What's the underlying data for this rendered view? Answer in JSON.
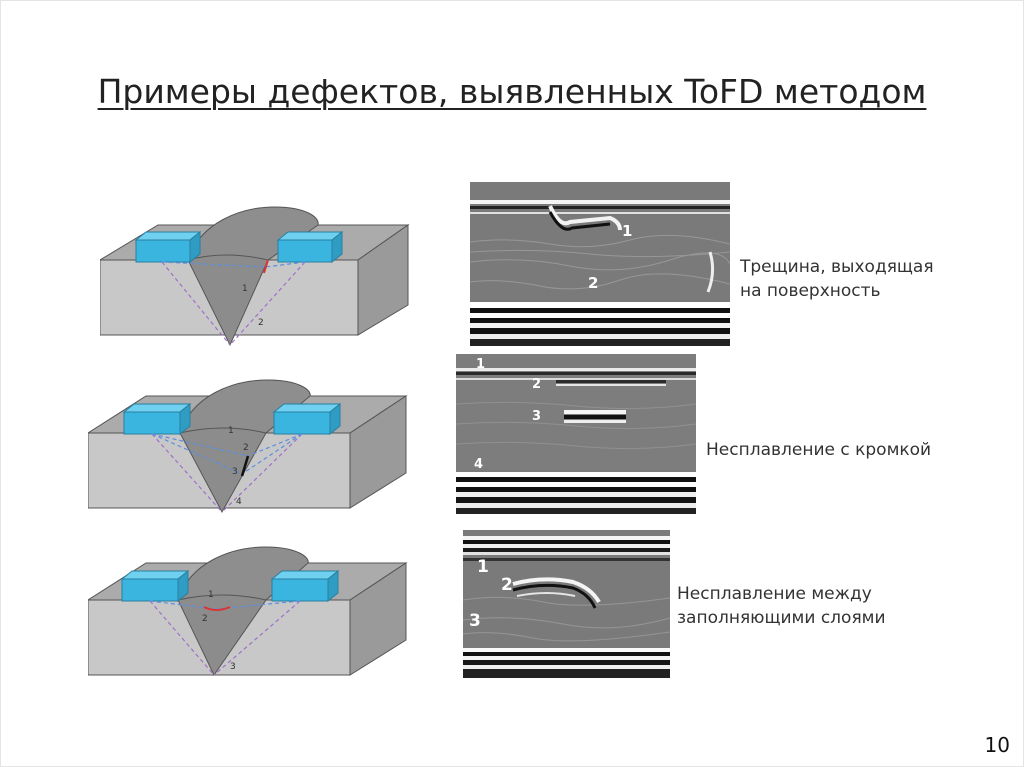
{
  "slide": {
    "title": "Примеры дефектов, выявленных ToFD методом",
    "page_number": "10"
  },
  "examples": [
    {
      "caption_line1": "Трещина, выходящая",
      "caption_line2": "на поверхность",
      "diagram_labels": [
        "1",
        "2"
      ],
      "scan_labels": [
        "1",
        "2"
      ]
    },
    {
      "caption_line1": "Несплавление с кромкой",
      "caption_line2": "",
      "diagram_labels": [
        "1",
        "2",
        "3",
        "4"
      ],
      "scan_labels": [
        "1",
        "2",
        "3",
        "4"
      ]
    },
    {
      "caption_line1": "Несплавление между",
      "caption_line2": "заполняющими слоями",
      "diagram_labels": [
        "1",
        "2",
        "3"
      ],
      "scan_labels": [
        "1",
        "2",
        "3"
      ]
    }
  ],
  "colors": {
    "block_top": "#a9a9a9",
    "block_front": "#c6c6c6",
    "block_side": "#9a9a9a",
    "weld": "#8a8a8a",
    "probe": "#39b5e0",
    "beam_purple": "#a070c8",
    "beam_blue": "#5a8fe0",
    "defect_red": "#d33"
  }
}
